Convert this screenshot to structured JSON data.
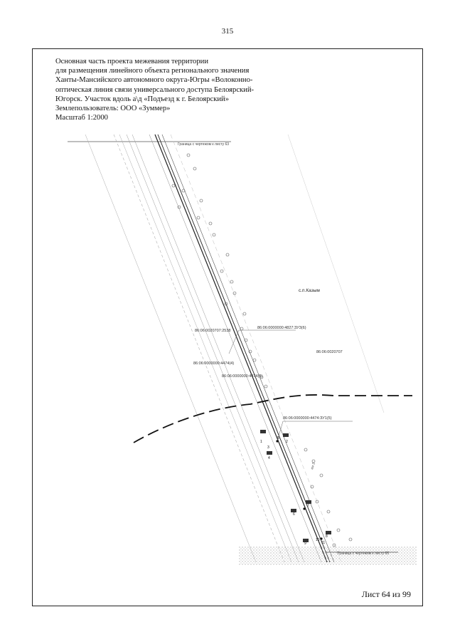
{
  "page_number": "315",
  "title_lines": [
    "Основная часть проекта межевания территории",
    "для размещения линейного объекта  регионального значения",
    "Ханты-Мансийского автономного округа-Югры «Волоконно-",
    "оптическая линия связи универсального доступа Белоярский-",
    "Югорск. Участок вдоль а\\д «Подъезд к г. Белоярский»",
    "Землепользователь: ООО «Зуммер»",
    "Масштаб 1:2000"
  ],
  "map_labels": {
    "boundary_top": "Граница с чертежом к листу 63",
    "boundary_bottom": "Граница с чертежом к листу 65",
    "settlement": "с.п.Казым",
    "parcel_1": "86:06:0000000:4827:ЗУ3(6)",
    "parcel_2": "86:06:0020707:2538",
    "parcel_3": "86:06:0000000:4474(4)",
    "parcel_4": "86:06:0000000:4474(8)",
    "parcel_5": "86:06:0020707",
    "parcel_6": "86:06:0000000:4474:ЗУ1(5)",
    "km_marker": "км 3",
    "points": [
      "1",
      "2",
      "3",
      "4",
      "5",
      "6",
      "7",
      "8",
      "9",
      "10",
      "11"
    ]
  },
  "sheet_label": "Лист 64 из 99"
}
